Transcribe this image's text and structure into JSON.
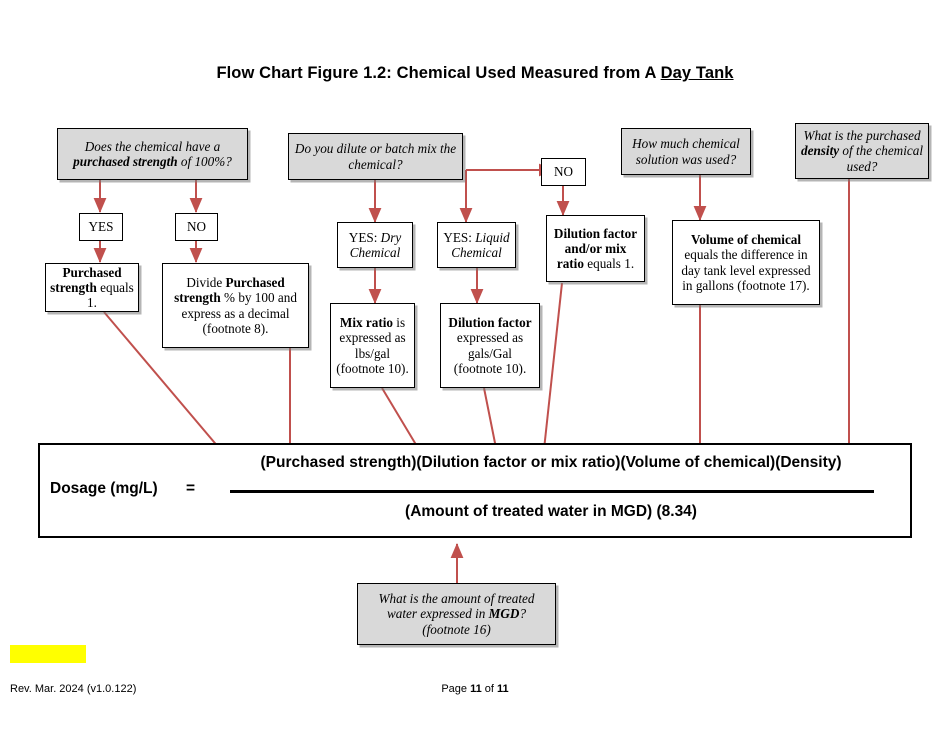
{
  "title": {
    "prefix": "Flow Chart Figure 1.2: Chemical Used Measured from A ",
    "underlined": "Day Tank"
  },
  "nodes": {
    "q_purchased_strength": "Does the chemical have a purchased strength of 100%?",
    "yes_1": "YES",
    "no_1": "NO",
    "purchased_strength_equals_1": "Purchased strength equals 1.",
    "divide_purchased_strength": "Divide Purchased strength % by 100 and express as a decimal (footnote 8).",
    "q_dilute_or_batch": "Do you dilute or batch mix the chemical?",
    "yes_dry_chemical": "YES: Dry Chemical",
    "yes_liquid_chemical": "YES: Liquid Chemical",
    "no_2": "NO",
    "mix_ratio": "Mix ratio is expressed as lbs/gal (footnote 10).",
    "dilution_factor": "Dilution factor expressed as gals/Gal (footnote 10).",
    "dilution_factor_equals_1": "Dilution factor and/or mix ratio equals 1.",
    "q_how_much_chemical": "How much chemical solution was used?",
    "volume_of_chemical": "Volume of chemical equals the difference in day tank level expressed in gallons (footnote 17).",
    "q_purchased_density": "What is the purchased density of the chemical used?",
    "q_treated_water": "What is the amount of treated water expressed in MGD? (footnote 16)"
  },
  "formula": {
    "label": "Dosage (mg/L)",
    "equals": "=",
    "numerator": "(Purchased strength)(Dilution factor or mix ratio)(Volume of chemical)(Density)",
    "denominator": "(Amount of treated water in MGD) (8.34)"
  },
  "footer": {
    "left": "Rev. Mar. 2024 (v1.0.122)",
    "page_prefix": "Page ",
    "page_number": "11",
    "page_middle": " of ",
    "page_total": "11"
  },
  "colors": {
    "arrow": "#c0504d",
    "gray_fill": "#d9d9d9",
    "highlight": "#ffff00"
  }
}
